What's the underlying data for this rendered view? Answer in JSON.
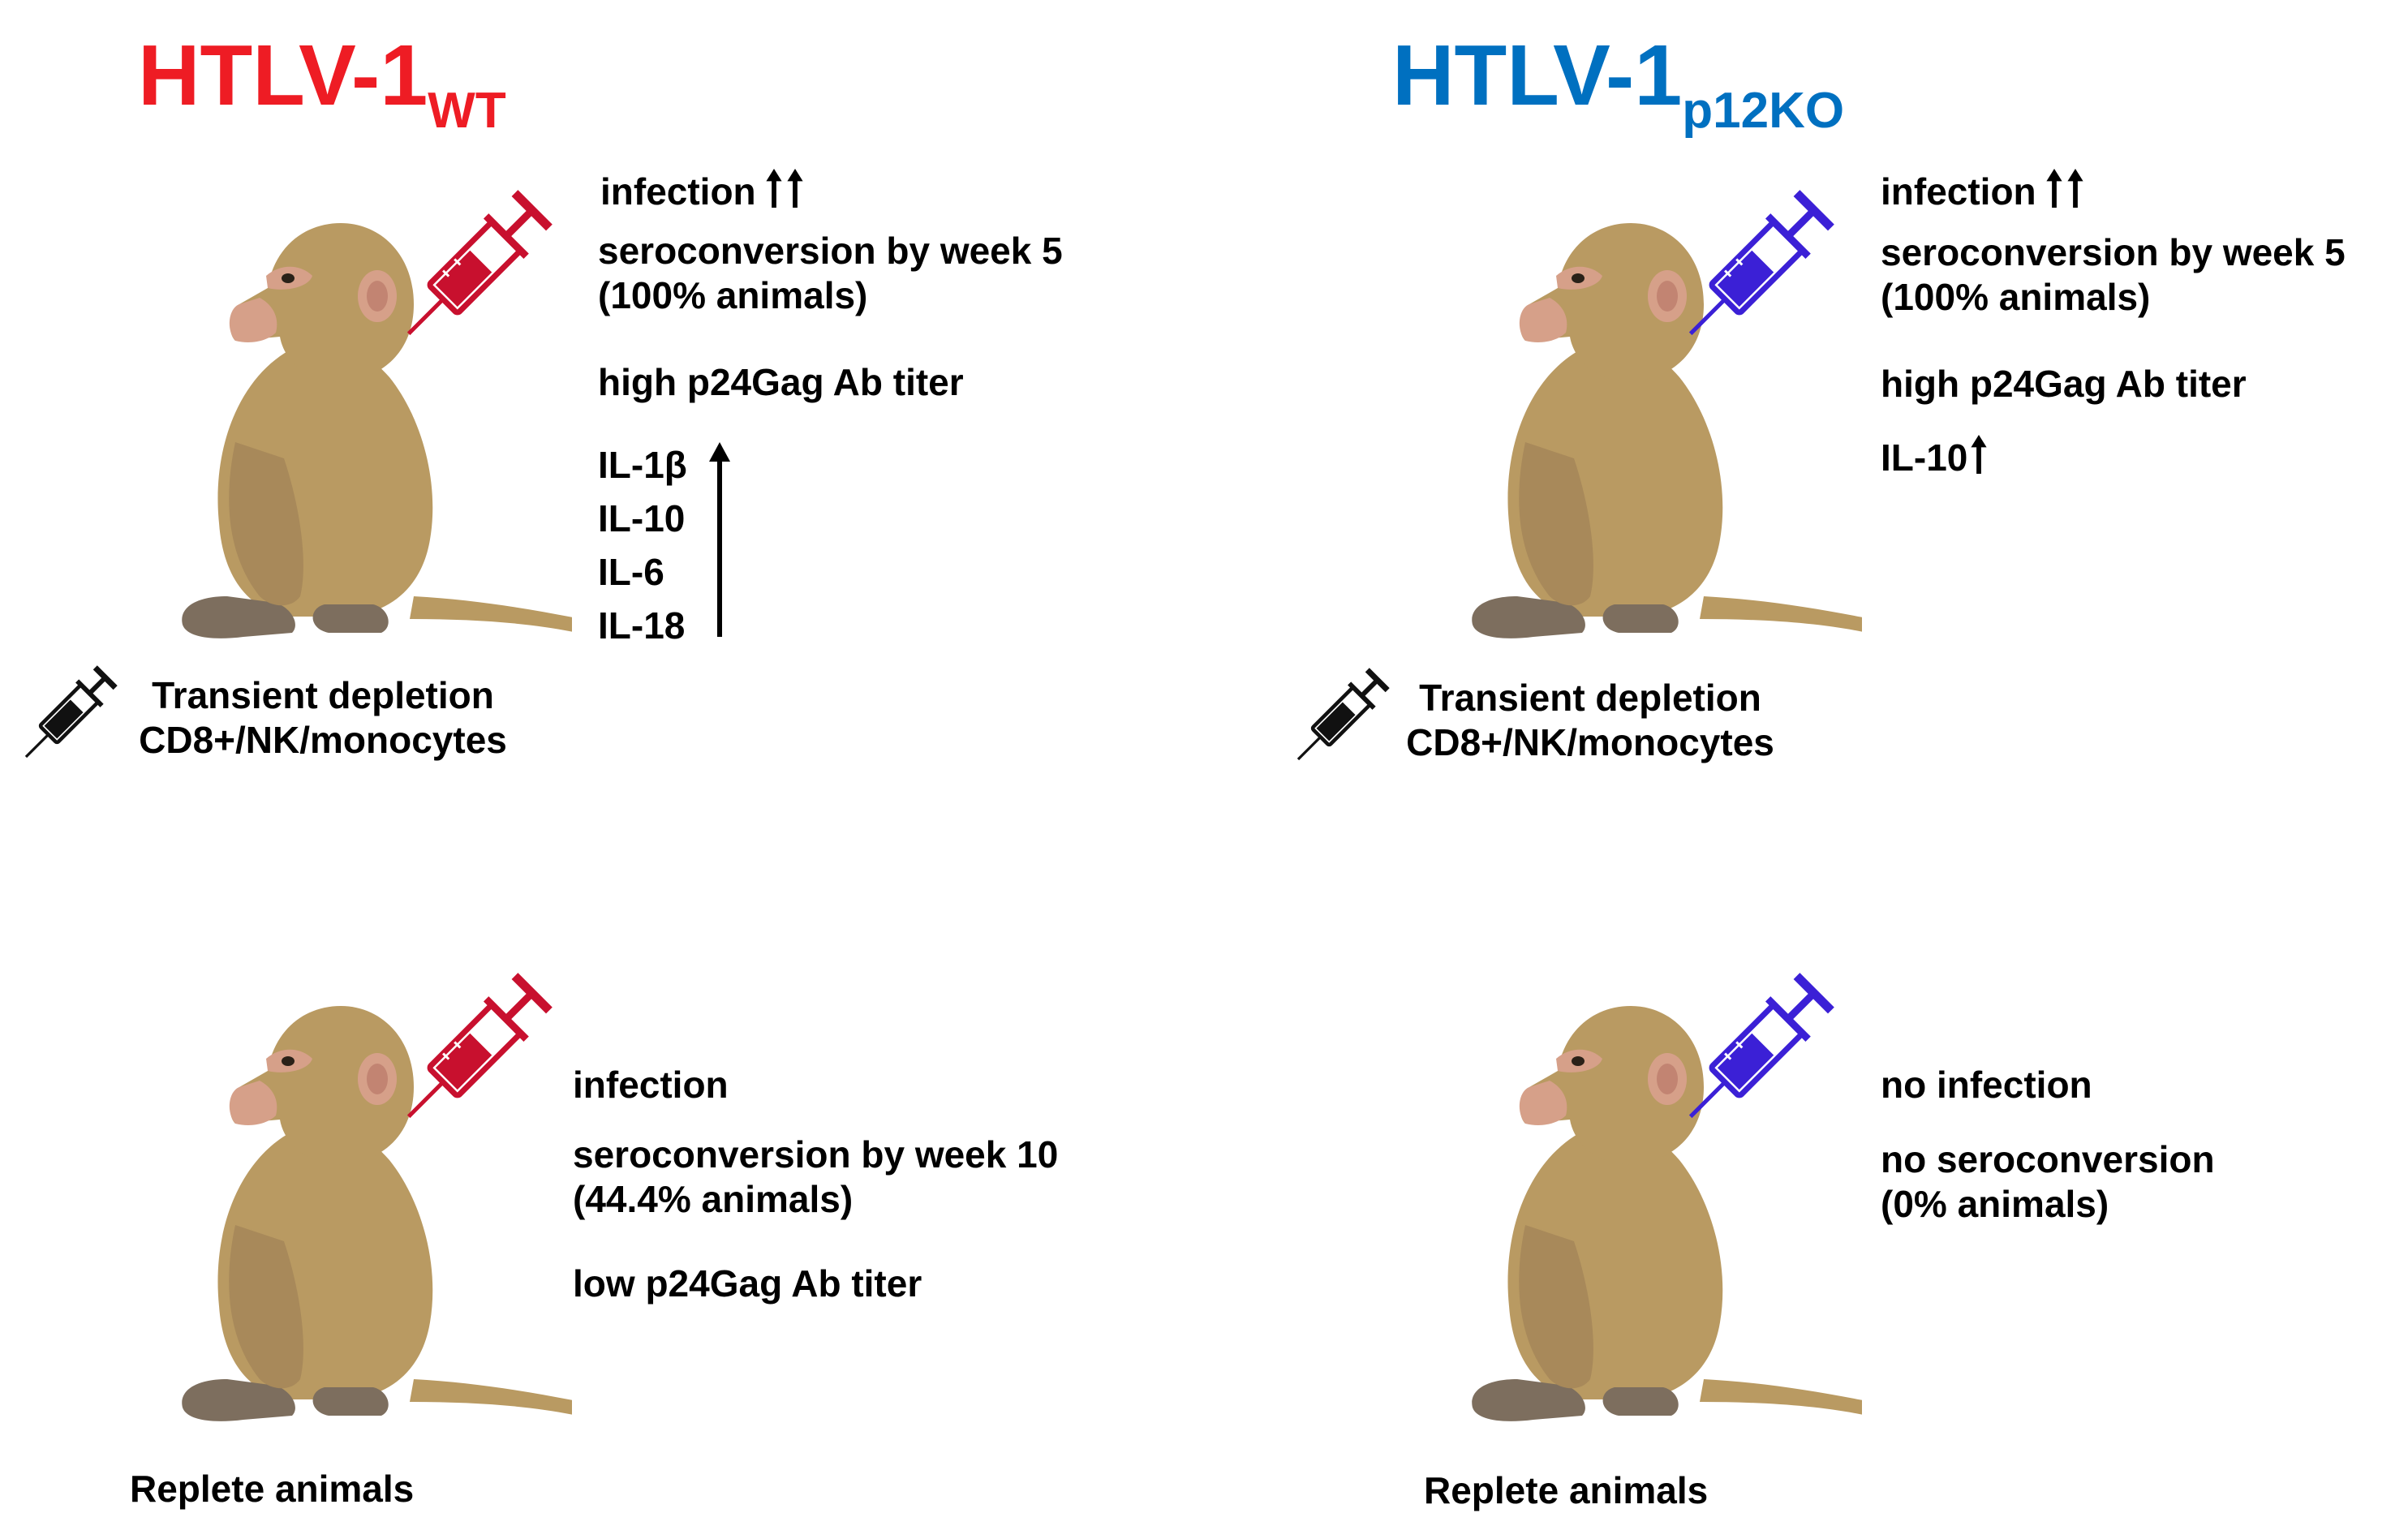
{
  "colors": {
    "wt": "#ee1c24",
    "ko": "#0070c0",
    "wt_syringe": "#c8102e",
    "ko_syringe": "#3b20d6",
    "monkey": "#b99a62",
    "black_syringe": "#111111"
  },
  "panels": {
    "wt_depleted": {
      "title_main": "HTLV-1",
      "title_sub": "WT",
      "infection": "infection",
      "seroconversion": "seroconversion by week 5",
      "seroconversion_pct": "(100% animals)",
      "titer": "high p24Gag Ab titer",
      "cytokines": [
        "IL-1β",
        "IL-10",
        "IL-6",
        "IL-18"
      ],
      "depletion_line1": "Transient depletion",
      "depletion_line2": "CD8+/NK/monocytes"
    },
    "ko_depleted": {
      "title_main": "HTLV-1",
      "title_sub": "p12KO",
      "infection": "infection",
      "seroconversion": "seroconversion by week 5",
      "seroconversion_pct": "(100% animals)",
      "titer": "high p24Gag Ab titer",
      "cytokine": "IL-10",
      "depletion_line1": "Transient depletion",
      "depletion_line2": "CD8+/NK/monocytes"
    },
    "wt_replete": {
      "infection": "infection",
      "seroconversion": "seroconversion by week 10",
      "seroconversion_pct": "(44.4% animals)",
      "titer": "low p24Gag Ab titer",
      "label": "Replete animals"
    },
    "ko_replete": {
      "infection": "no infection",
      "seroconversion": "no seroconversion",
      "seroconversion_pct": "(0% animals)",
      "label": "Replete animals"
    }
  }
}
